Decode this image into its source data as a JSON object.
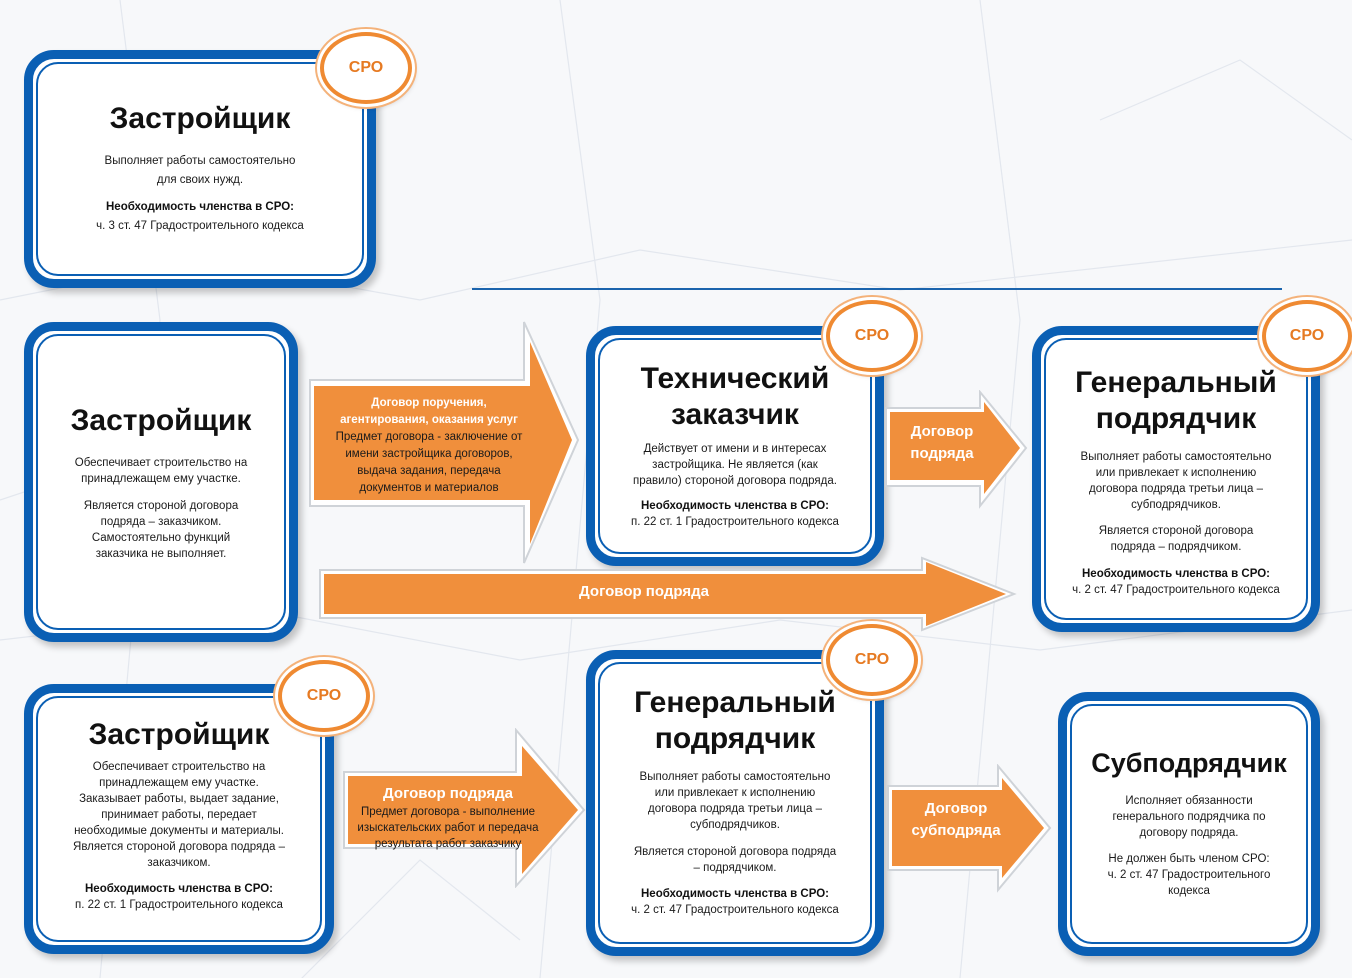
{
  "colors": {
    "box_border": "#0a5fb4",
    "arrow": "#f08f3c",
    "sro_ring": "#ef8a32",
    "sro_text": "#e67a22"
  },
  "sro_label": "СРО",
  "box1": {
    "title": "Застройщик",
    "lines": [
      "Выполняет работы самостоятельно",
      "для своих нужд."
    ],
    "req": "Необходимость членства в СРО:",
    "ref": "ч. 3 ст. 47 Градостроительного кодекса"
  },
  "box2": {
    "title": "Застройщик",
    "lines": [
      "Обеспечивает строительство на",
      "принадлежащем ему участке."
    ],
    "lines2": [
      "Является стороной договора",
      "подряда – заказчиком.",
      "Самостоятельно функций",
      "заказчика не выполняет."
    ]
  },
  "arrow1": {
    "bold": [
      "Договор поручения,",
      "агентирования, оказания  услуг"
    ],
    "lines": [
      "Предмет договора  - заключение от",
      "имени застройщика договоров,",
      "выдача задания,  передача",
      "документов и материалов"
    ]
  },
  "box3": {
    "title": [
      "Технический",
      "заказчик"
    ],
    "lines": [
      "Действует от имени и в интересах",
      "застройщика. Не является (как",
      "правило) стороной договора подряда."
    ],
    "req": "Необходимость членства в СРО:",
    "ref": "п. 22 ст. 1 Градостроительного кодекса"
  },
  "arrow2": {
    "lines": [
      "Договор",
      "подряда"
    ]
  },
  "box4": {
    "title": [
      "Генеральный",
      "подрядчик"
    ],
    "lines": [
      "Выполняет работы самостоятельно",
      "или привлекает к исполнению",
      "договора подряда третьи лица –",
      "субподрядчиков."
    ],
    "lines2": [
      "Является стороной договора",
      "подряда – подрядчиком."
    ],
    "req": "Необходимость членства в СРО:",
    "ref": "ч. 2 ст. 47 Градостроительного кодекса"
  },
  "arrow3": {
    "label": "Договор подряда"
  },
  "box5": {
    "title": "Застройщик",
    "lines": [
      "Обеспечивает строительство на",
      "принадлежащем ему участке.",
      "Заказывает работы, выдает задание,",
      "принимает работы, передает",
      "необходимые документы и материалы.",
      "Является стороной договора подряда –",
      "заказчиком."
    ],
    "req": "Необходимость членства в СРО:",
    "ref": "п. 22 ст. 1 Градостроительного кодекса"
  },
  "arrow4": {
    "bold": "Договор подряда",
    "lines": [
      "Предмет договора  - выполнение",
      "изыскательских работ и передача",
      "результата работ заказчику"
    ]
  },
  "box6": {
    "title": [
      "Генеральный",
      "подрядчик"
    ],
    "lines": [
      "Выполняет работы самостоятельно",
      "или привлекает к исполнению",
      "договора подряда третьи лица –",
      "субподрядчиков."
    ],
    "lines2": [
      "Является стороной договора подряда",
      "– подрядчиком."
    ],
    "req": "Необходимость членства в СРО:",
    "ref": "ч. 2 ст. 47 Градостроительного кодекса"
  },
  "arrow5": {
    "lines": [
      "Договор",
      "субподряда"
    ]
  },
  "box7": {
    "title": "Субподрядчик",
    "lines": [
      "Исполняет обязанности",
      "генерального подрядчика по",
      "договору подряда."
    ],
    "lines2": [
      "Не должен быть членом СРО:",
      "ч. 2 ст. 47 Градостроительного",
      "кодекса"
    ]
  }
}
